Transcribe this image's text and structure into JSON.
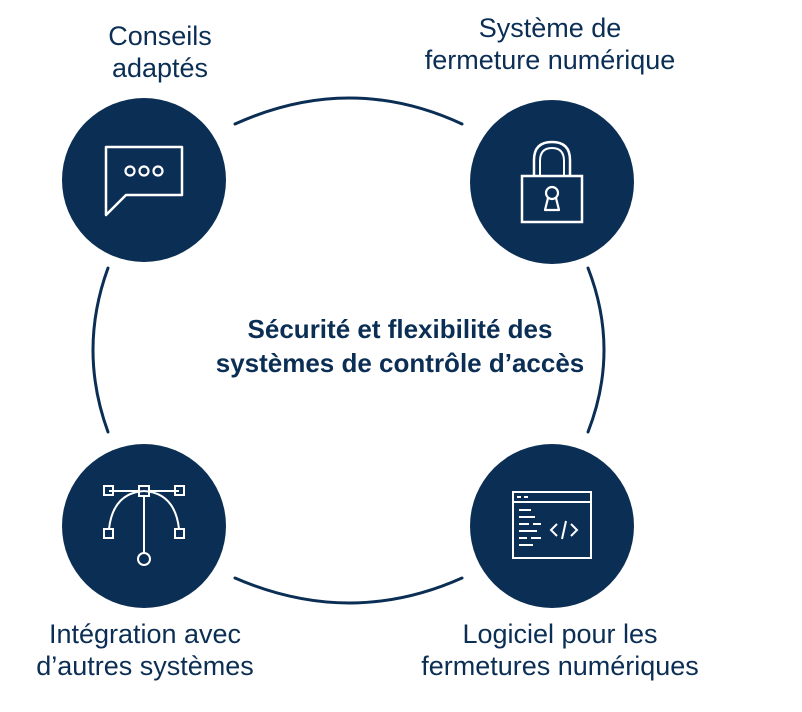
{
  "center_title": {
    "line1": "Sécurité et flexibilité des",
    "line2": "systèmes de contrôle d’accès"
  },
  "nodes": [
    {
      "id": "advice",
      "icon": "chat-bubble-icon",
      "label_line1": "Conseils",
      "label_line2": "adaptés"
    },
    {
      "id": "locking",
      "icon": "padlock-icon",
      "label_line1": "Système de",
      "label_line2": "fermeture numérique"
    },
    {
      "id": "integration",
      "icon": "vector-nodes-icon",
      "label_line1": "Intégration avec",
      "label_line2": "d’autres systèmes"
    },
    {
      "id": "software",
      "icon": "code-window-icon",
      "label_line1": "Logiciel pour les",
      "label_line2": "fermetures numériques"
    }
  ],
  "colors": {
    "primary": "#0b2e55",
    "background": "#ffffff"
  }
}
